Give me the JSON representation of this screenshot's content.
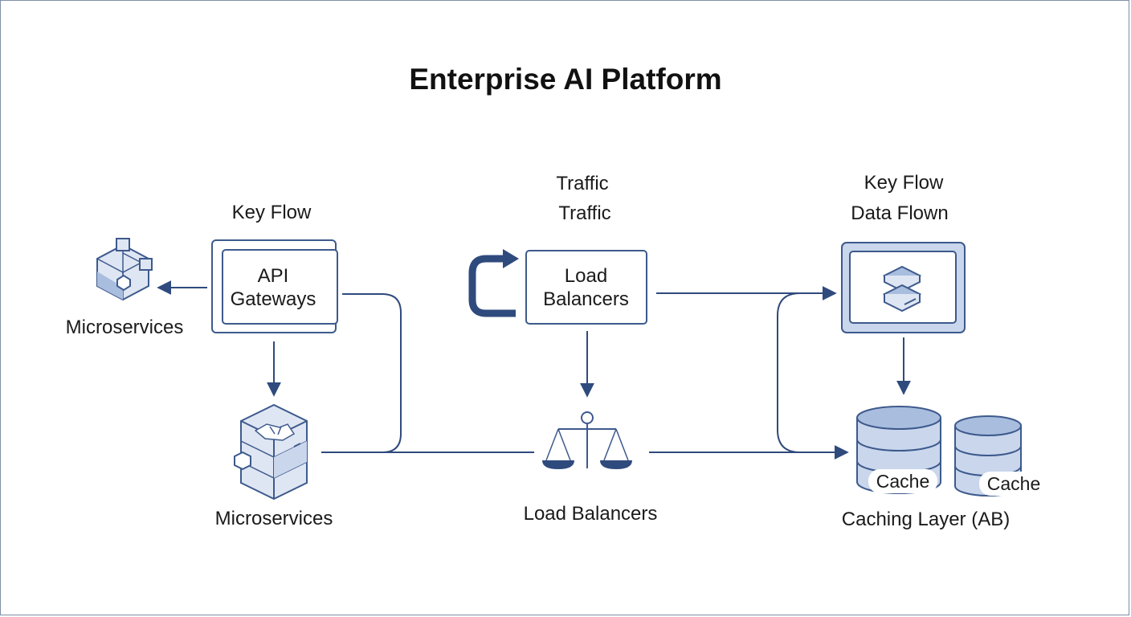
{
  "title": "Enterprise AI Platform",
  "labels": {
    "left_header": "Key Flow",
    "api_gateways": [
      "API",
      "Gateways"
    ],
    "microservices_top": "Microservices",
    "microservices_bottom": "Microservices",
    "traffic_1": "Traffic",
    "traffic_2": "Traffic",
    "load_balancers_box": [
      "Load",
      "Balancers"
    ],
    "load_balancers_bottom": "Load Balancers",
    "right_header_1": "Key Flow",
    "right_header_2": "Data Flown",
    "cache_1": "Cache",
    "cache_2": "Cache",
    "caching_layer": "Caching Layer (AB)"
  },
  "colors": {
    "stroke": "#3d5a8c",
    "arrow": "#2f4a7d",
    "fill_light": "#c9d6ec",
    "fill_mid": "#a9bddf",
    "box_fill": "#dfe6f3"
  },
  "icons": [
    "cube-network-icon",
    "server-cube-icon",
    "balance-scale-icon",
    "layers-icon",
    "database-icon",
    "loop-arrow-icon"
  ]
}
